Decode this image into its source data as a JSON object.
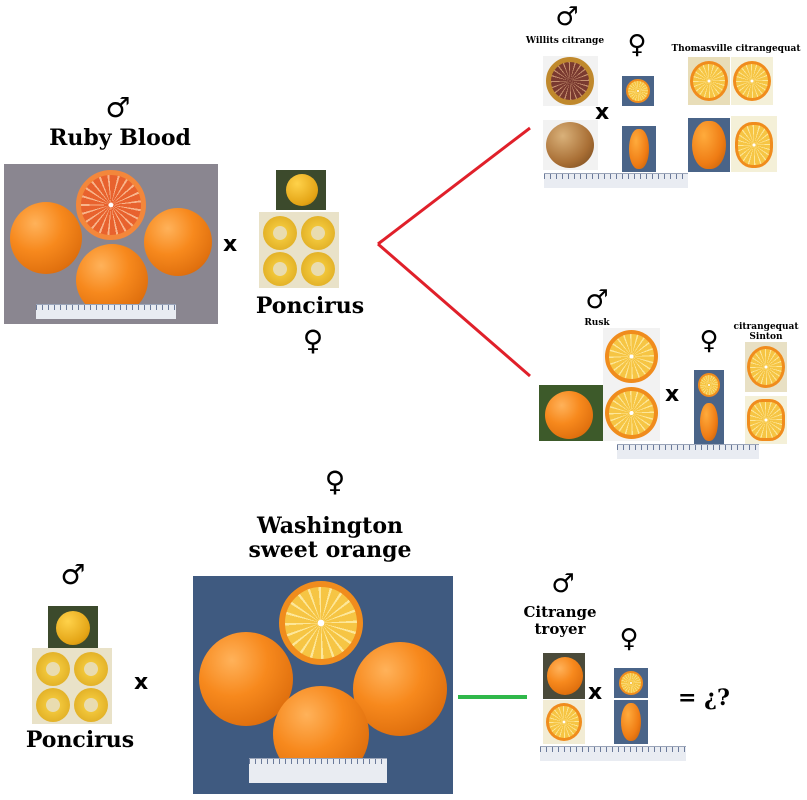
{
  "labels": {
    "ruby_blood": "Ruby Blood",
    "poncirus_top": "Poncirus",
    "willits": "Willits citrange",
    "thomasville": "Thomasville citrangequat",
    "rusk": "Rusk",
    "sinton_line1": "citrangequat",
    "sinton_line2": "Sinton",
    "washington_line1": "Washington",
    "washington_line2": "sweet orange",
    "poncirus_bottom": "Poncirus",
    "troyer_line1": "Citrange",
    "troyer_line2": "troyer",
    "result": "= ¿?"
  },
  "symbols": {
    "male": "♂",
    "female": "♀",
    "cross": "x"
  },
  "colors": {
    "red_line": "#e0202a",
    "green_line": "#2fb84a",
    "photo_bg_gray": "#8a8690",
    "photo_bg_blue": "#3f5a80"
  }
}
